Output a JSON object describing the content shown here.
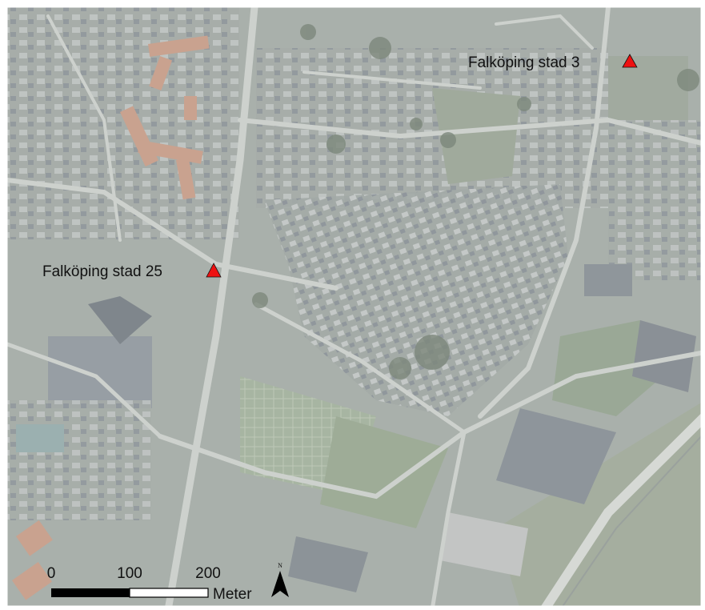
{
  "map": {
    "colors": {
      "marker": "#ee1111",
      "ground": "#a9b0ab",
      "road": "#cdd1cd",
      "roof": "#8a9096",
      "roof_red": "#c9a28f",
      "field": "#9fae97"
    },
    "markers": [
      {
        "name": "Falköping stad 3",
        "symbol": "triangle"
      },
      {
        "name": "Falköping stad 25",
        "symbol": "triangle"
      }
    ],
    "scale_bar": {
      "ticks": [
        "0",
        "100",
        "200"
      ],
      "unit": "Meter"
    },
    "north_arrow": {
      "label": "N"
    }
  }
}
